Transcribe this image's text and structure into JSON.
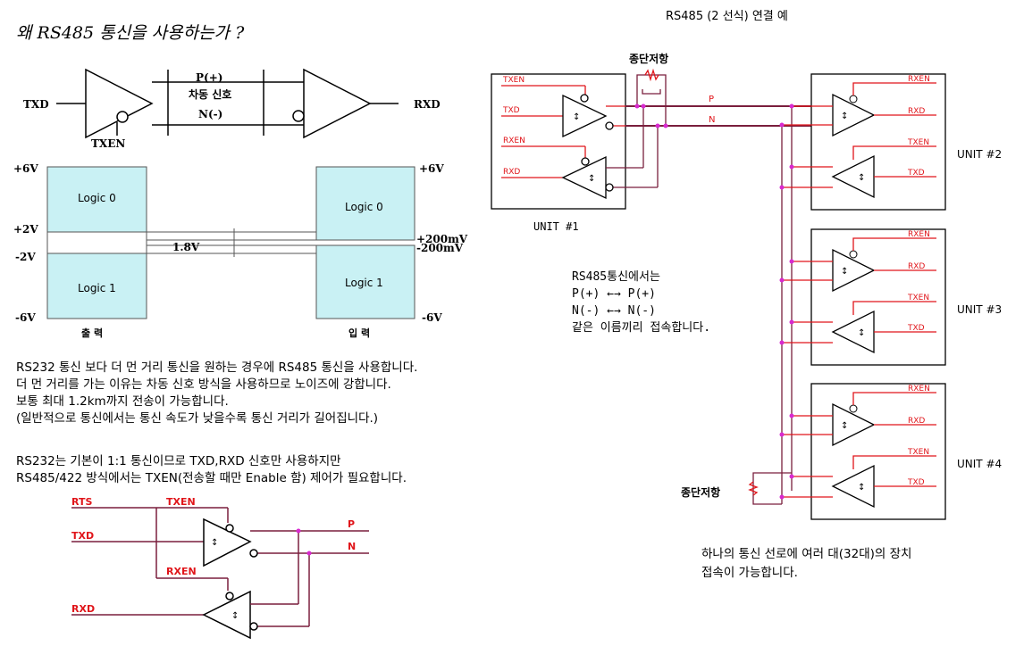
{
  "title": "왜 RS485 통신을 사용하는가 ?",
  "right_title": "RS485 (2 선식) 연결 예",
  "top_diagram": {
    "txd": "TXD",
    "rxd": "RXD",
    "txen": "TXEN",
    "p": "P(+)",
    "diff": "차동 신호",
    "n": "N(-)"
  },
  "levels": {
    "out_pos6": "+6V",
    "out_pos2": "+2V",
    "out_neg2": "-2V",
    "out_neg6": "-6V",
    "out_logic0": "Logic 0",
    "out_logic1": "Logic 1",
    "out_label": "출 력",
    "margin": "1.8V",
    "in_pos6": "+6V",
    "in_pos200": "+200mV",
    "in_neg200": "-200mV",
    "in_neg6": "-6V",
    "in_logic0": "Logic 0",
    "in_logic1": "Logic 1",
    "in_label": "입 력"
  },
  "paragraph1": [
    "RS232 통신 보다 더 먼 거리 통신을 원하는 경우에 RS485 통신을 사용합니다.",
    "더 먼 거리를 가는 이유는 차동 신호 방식을 사용하므로 노이즈에 강합니다.",
    "보통 최대 1.2km까지 전송이 가능합니다.",
    "(일반적으로 통신에서는 통신 속도가 낮을수록 통신 거리가 길어집니다.)"
  ],
  "paragraph2": [
    "RS232는 기본이 1:1 통신이므로 TXD,RXD 신호만 사용하지만",
    "RS485/422 방식에서는 TXEN(전송할 때만 Enable 함) 제어가 필요합니다."
  ],
  "bottom_diagram": {
    "rts": "RTS",
    "txen": "TXEN",
    "txd": "TXD",
    "rxen": "RXEN",
    "rxd": "RXD",
    "p": "P",
    "n": "N"
  },
  "network": {
    "terminator_top": "종단저항",
    "terminator_bottom": "종단저항",
    "p": "P",
    "n": "N",
    "unit1": {
      "label": "UNIT #1",
      "txen": "TXEN",
      "txd": "TXD",
      "rxen": "RXEN",
      "rxd": "RXD"
    },
    "units": [
      {
        "label": "UNIT #2",
        "rxen": "RXEN",
        "rxd": "RXD",
        "txen": "TXEN",
        "txd": "TXD"
      },
      {
        "label": "UNIT #3",
        "rxen": "RXEN",
        "rxd": "RXD",
        "txen": "TXEN",
        "txd": "TXD"
      },
      {
        "label": "UNIT #4",
        "rxen": "RXEN",
        "rxd": "RXD",
        "txen": "TXEN",
        "txd": "TXD"
      }
    ]
  },
  "explain": [
    "RS485통신에서는",
    "P(+)  ←→  P(+)",
    "N(-)  ←→  N(-)",
    "같은 이름끼리 접속합니다."
  ],
  "note": [
    "하나의 통신 선로에 여러 대(32대)의 장치",
    "접속이 가능합니다."
  ],
  "colors": {
    "wire": "#7a1f3d",
    "signal_red": "#e0151a",
    "node": "#d82ad0",
    "logic_fill": "#c9f1f4"
  }
}
